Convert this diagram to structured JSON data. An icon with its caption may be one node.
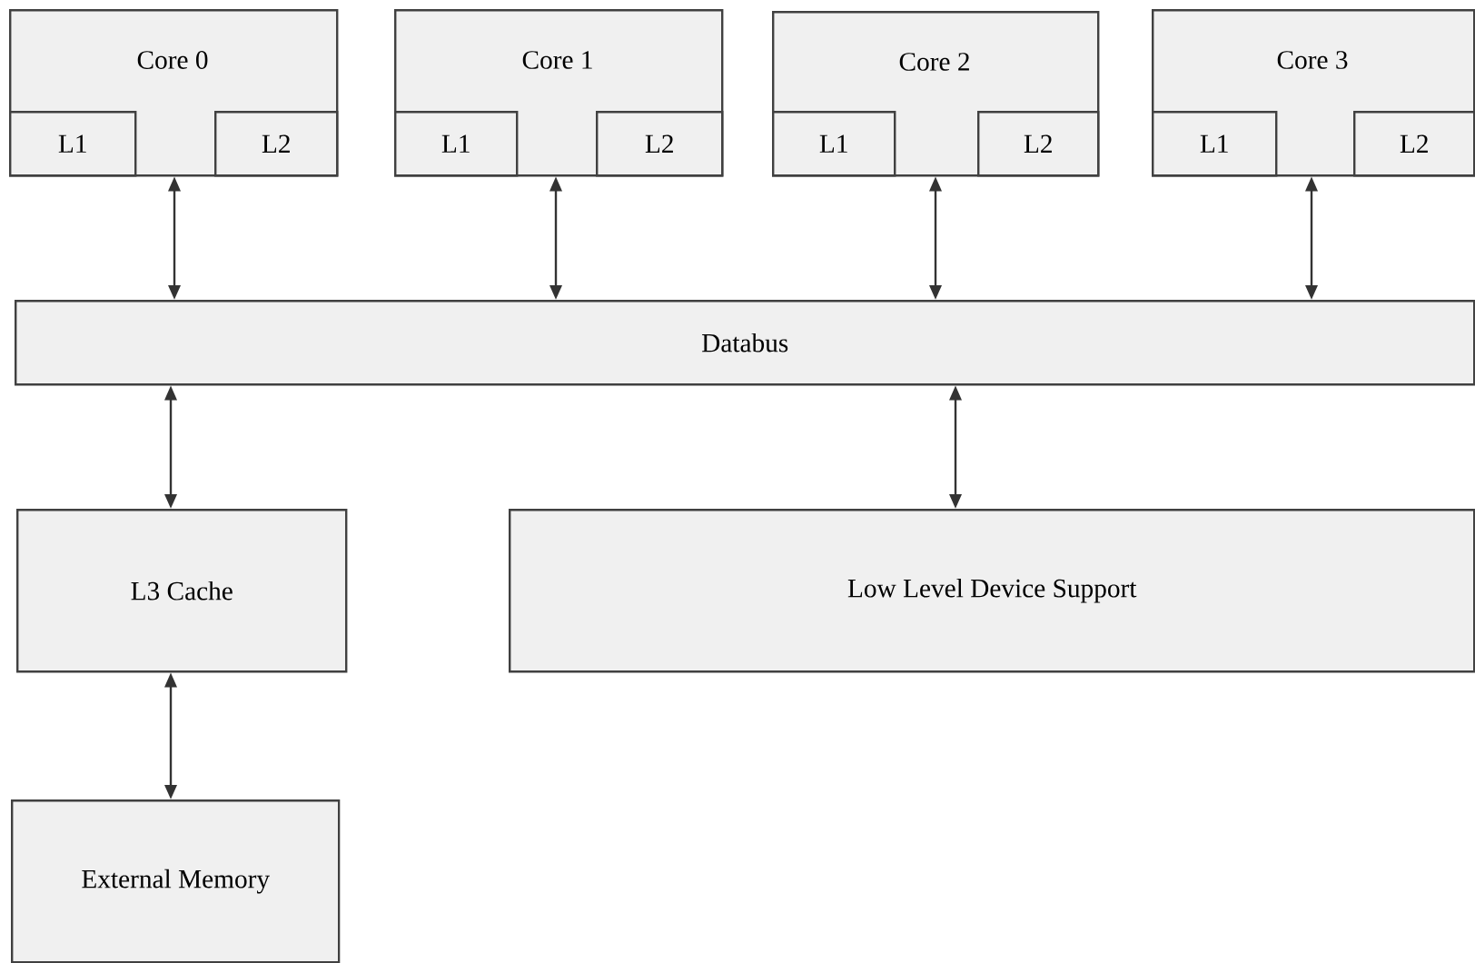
{
  "diagram": {
    "nodes": [
      {
        "text": [
          "Core 0"
        ]
      },
      {
        "text": [
          "L1"
        ],
        "in": 0
      },
      {
        "text": [
          "L2"
        ],
        "in": 0
      },
      {
        "text": [
          "Core 1"
        ]
      },
      {
        "text": [
          "L1"
        ],
        "in": 3
      },
      {
        "text": [
          "L2"
        ],
        "in": 3
      },
      {
        "text": [
          "Core 2"
        ]
      },
      {
        "text": [
          "L1"
        ],
        "in": 6
      },
      {
        "text": [
          "L2"
        ],
        "in": 6
      },
      {
        "text": [
          "Core 3"
        ]
      },
      {
        "text": [
          "L1"
        ],
        "in": 9
      },
      {
        "text": [
          "L2"
        ],
        "in": 9
      },
      {
        "text": [
          "Databus"
        ]
      },
      {
        "text": [
          "L3 Cache"
        ]
      },
      {
        "text": [
          "Low Level Device Support"
        ]
      },
      {
        "text": [
          "External Memory"
        ]
      }
    ],
    "edges": [
      {
        "from": 0,
        "to": 12,
        "arrow": "both"
      },
      {
        "from": 3,
        "to": 12,
        "arrow": "both"
      },
      {
        "from": 6,
        "to": 12,
        "arrow": "both"
      },
      {
        "from": 9,
        "to": 12,
        "arrow": "both"
      },
      {
        "from": 12,
        "to": 13,
        "arrow": "both"
      },
      {
        "from": 12,
        "to": 14,
        "arrow": "both"
      },
      {
        "from": 13,
        "to": 15,
        "arrow": "both"
      }
    ]
  }
}
